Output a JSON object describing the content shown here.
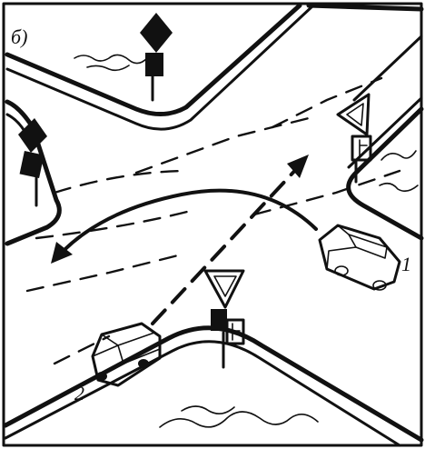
{
  "figure": {
    "panel_label": "б)",
    "vehicle_labels": [
      "1",
      "2"
    ]
  },
  "signs": {
    "priority_road": "priority-road-sign",
    "yield": "yield-sign",
    "main_road_direction_plate": "road-direction-plate"
  },
  "colors": {
    "ink": "#111111",
    "background": "#ffffff"
  }
}
